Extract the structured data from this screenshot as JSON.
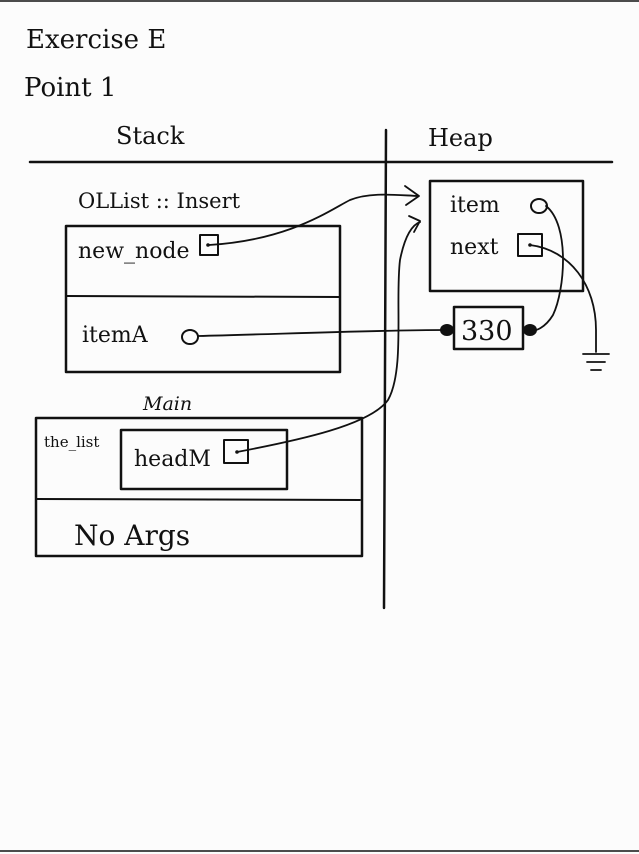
{
  "title": {
    "line1": "Exercise E",
    "line2": "Point 1"
  },
  "columns": {
    "stack": "Stack",
    "heap": "Heap"
  },
  "frames": {
    "insert": {
      "label": "OLList :: Insert",
      "var1": "new_node",
      "var2": "itemA"
    },
    "main": {
      "label": "Main",
      "struct_label": "the_list",
      "field": "headM",
      "args": "No Args"
    }
  },
  "heap_node": {
    "field_item": "item",
    "field_next": "next"
  },
  "value_box": "330"
}
